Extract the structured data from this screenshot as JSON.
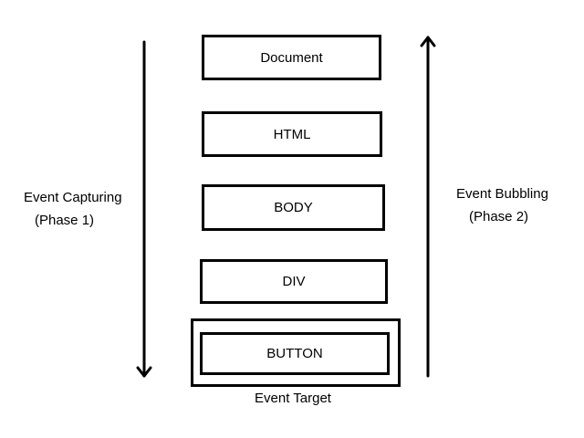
{
  "layers": {
    "document": "Document",
    "html": "HTML",
    "body": "BODY",
    "div": "DIV",
    "button": "BUTTON"
  },
  "capturing": {
    "line1": "Event Capturing",
    "line2": "(Phase 1)"
  },
  "bubbling": {
    "line1": "Event Bubbling",
    "line2": "(Phase 2)"
  },
  "target_label": "Event Target",
  "colors": {
    "stroke": "#000000",
    "background": "#ffffff"
  }
}
